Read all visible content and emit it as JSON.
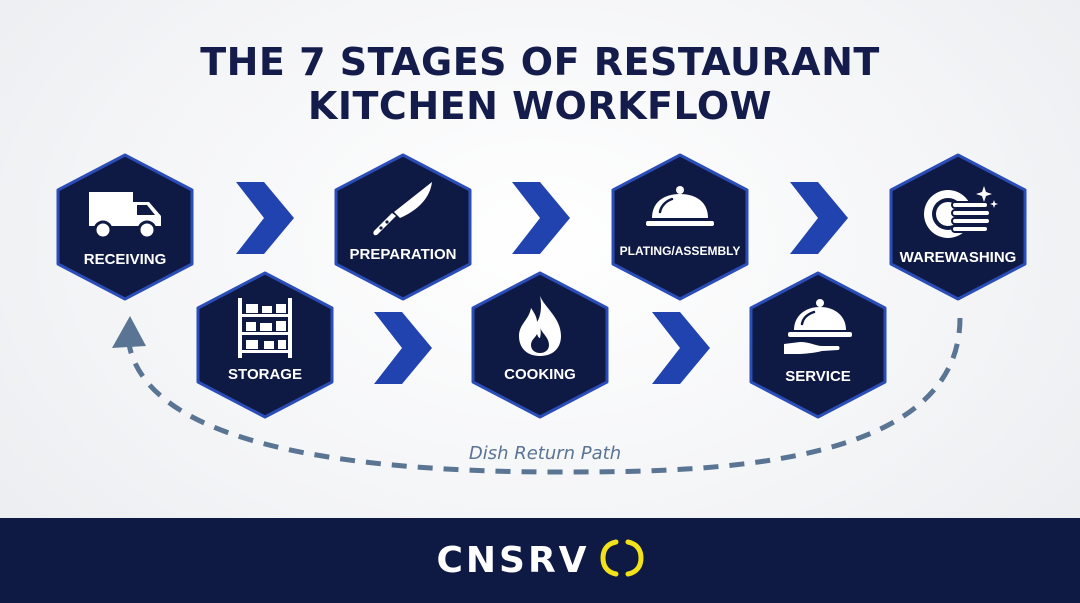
{
  "title": {
    "line1": "THE 7 STAGES OF RESTAURANT",
    "line2": "KITCHEN WORKFLOW"
  },
  "stages": [
    {
      "label": "RECEIVING",
      "icon": "truck-icon"
    },
    {
      "label": "STORAGE",
      "icon": "shelving-icon"
    },
    {
      "label": "PREPARATION",
      "icon": "knife-icon"
    },
    {
      "label": "COOKING",
      "icon": "flame-icon"
    },
    {
      "label": "PLATING/ASSEMBLY",
      "icon": "cloche-icon"
    },
    {
      "label": "SERVICE",
      "icon": "serving-hand-icon"
    },
    {
      "label": "WAREWASHING",
      "icon": "stacked-plates-icon"
    }
  ],
  "return_path": {
    "label": "Dish Return Path"
  },
  "footer": {
    "brand": "CNSRV",
    "brand_mark": "brackets-logo-icon"
  },
  "colors": {
    "hex_fill": "#0f1a44",
    "hex_border": "#2a4db8",
    "chevron": "#2143b0",
    "arrow": "#5a7494",
    "title": "#131c4a",
    "footer_bg": "#0f1a44",
    "brand_accent": "#f2e21a"
  }
}
